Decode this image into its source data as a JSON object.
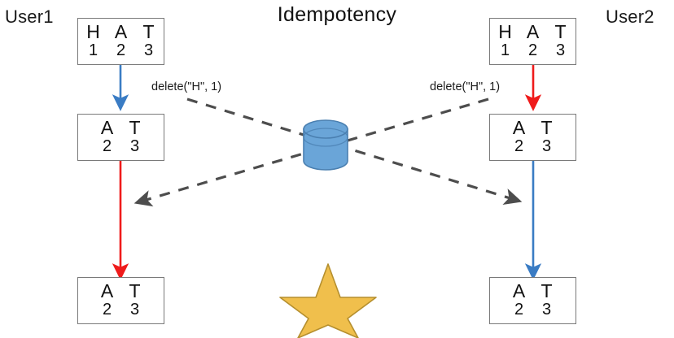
{
  "title": "Idempotency",
  "colors": {
    "blue_arrow": "#3a7cc4",
    "red_arrow": "#ef1b1b",
    "dashed_gray": "#4d4d4d",
    "db_fill": "#6aa5d8",
    "db_stroke": "#4a7fb0",
    "star_fill": "#f0bf4c",
    "star_stroke": "#b58f2e",
    "box_border": "#7a7a7a",
    "text": "#111111"
  },
  "users": {
    "left": "User1",
    "right": "User2"
  },
  "operations": {
    "left": "delete(\"H\", 1)",
    "right": "delete(\"H\", 1)"
  },
  "boxes": [
    {
      "id": "left-top",
      "chars": [
        "H",
        "A",
        "T"
      ],
      "nums": [
        "1",
        "2",
        "3"
      ]
    },
    {
      "id": "left-middle",
      "chars": [
        "A",
        "T"
      ],
      "nums": [
        "2",
        "3"
      ]
    },
    {
      "id": "left-bottom",
      "chars": [
        "A",
        "T"
      ],
      "nums": [
        "2",
        "3"
      ]
    },
    {
      "id": "right-top",
      "chars": [
        "H",
        "A",
        "T"
      ],
      "nums": [
        "1",
        "2",
        "3"
      ]
    },
    {
      "id": "right-middle",
      "chars": [
        "A",
        "T"
      ],
      "nums": [
        "2",
        "3"
      ]
    },
    {
      "id": "right-bottom",
      "chars": [
        "A",
        "T"
      ],
      "nums": [
        "2",
        "3"
      ]
    }
  ],
  "arrows": {
    "left_upper": {
      "color": "#3a7cc4",
      "direction": "down"
    },
    "left_lower": {
      "color": "#ef1b1b",
      "direction": "down"
    },
    "right_upper": {
      "color": "#ef1b1b",
      "direction": "down"
    },
    "right_lower": {
      "color": "#3a7cc4",
      "direction": "down"
    }
  },
  "icons": {
    "database": "database-cylinder-icon",
    "star": "star-icon"
  }
}
